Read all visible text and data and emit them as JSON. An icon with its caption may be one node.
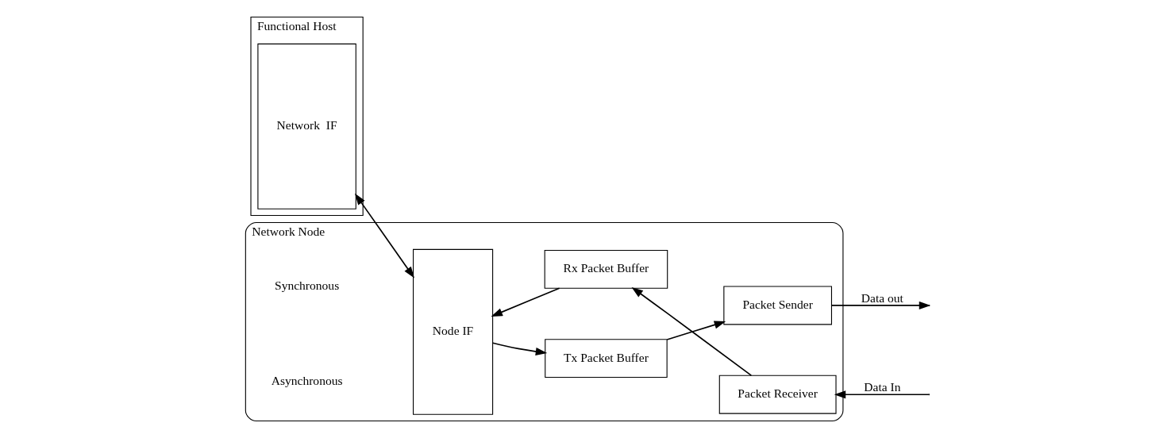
{
  "diagram": {
    "nodes": [
      {
        "text": [
          "Functional Host"
        ]
      },
      {
        "text": [
          "Network  IF"
        ],
        "in": 0
      },
      {
        "text": [
          "Network Node"
        ]
      },
      {
        "text": [
          "Node IF"
        ],
        "in": 2
      },
      {
        "text": [
          "Tx Packet Buffer"
        ],
        "in": 2
      },
      {
        "text": [
          "Packet Sender"
        ],
        "in": 2
      },
      {
        "text": [
          "Rx Packet Buffer"
        ],
        "in": 2
      },
      {
        "text": [
          "Packet Receiver"
        ],
        "in": 2
      }
    ],
    "edges": [
      {
        "from": 1,
        "to": 3,
        "arrow": "both"
      },
      {
        "from": 3,
        "to": 4,
        "arrow": "to"
      },
      {
        "from": 4,
        "to": 5,
        "arrow": "to"
      },
      {
        "from": 5,
        "to": null,
        "arrow": "to",
        "label": "Data out"
      },
      {
        "from": null,
        "to": 7,
        "arrow": "to",
        "label": "Data In"
      },
      {
        "from": 7,
        "to": 6,
        "arrow": "to"
      },
      {
        "from": 6,
        "to": 3,
        "arrow": "to"
      }
    ],
    "labels": [
      "Synchronous",
      "Asynchronous"
    ]
  }
}
